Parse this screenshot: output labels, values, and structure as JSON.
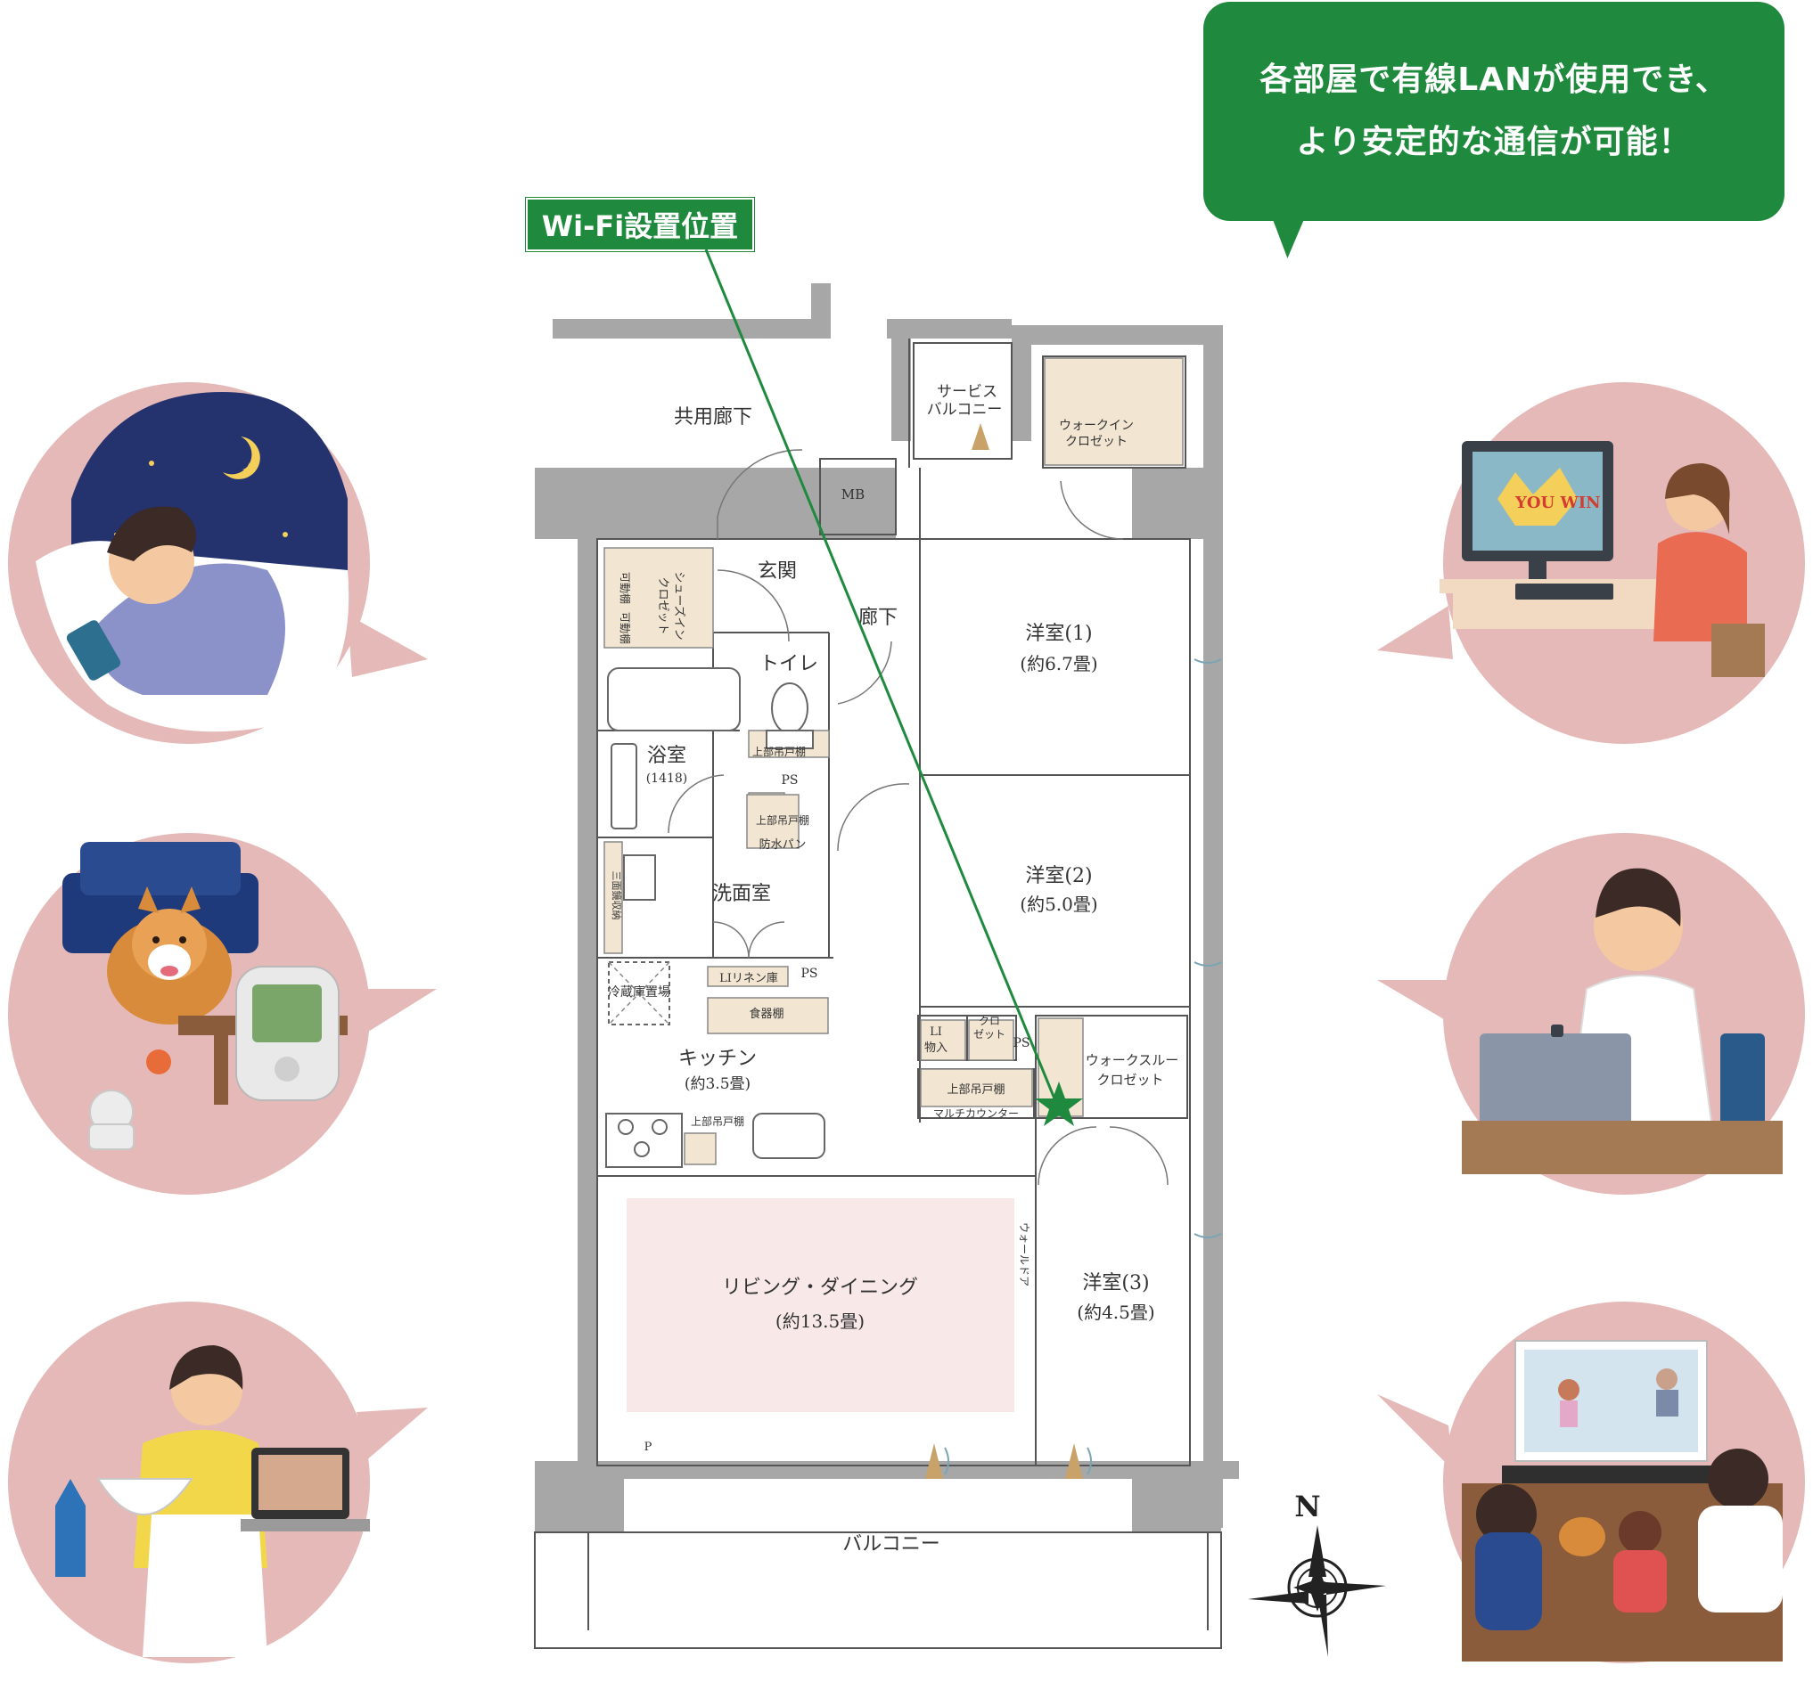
{
  "callout": {
    "line1": "各部屋で有線LANが使用でき、",
    "line2": "より安定的な通信が可能！"
  },
  "wifi_label": "Wi-Fi設置位置",
  "rooms": {
    "common_corridor": "共用廊下",
    "service_balcony_1": "サービス",
    "service_balcony_2": "バルコニー",
    "mb": "MB",
    "walkin_1": "ウォークイン",
    "walkin_2": "クロゼット",
    "entrance": "玄関",
    "hallway": "廊下",
    "toilet": "トイレ",
    "upper_shelf": "上部吊戸棚",
    "ps": "PS",
    "bath": "浴室",
    "bath_size": "(1418)",
    "shoe_1": "シューズイン",
    "shoe_2": "クロゼット",
    "movable_shelf": "可動棚",
    "washroom": "洗面室",
    "waterproof_pan": "防水パン",
    "linen": "LIリネン庫",
    "dish_shelf": "食器棚",
    "three_mirror": "三面鏡収納",
    "fridge": "冷蔵庫置場",
    "kitchen": "キッチン",
    "kitchen_size": "(約3.5畳)",
    "li_storage_1": "LI",
    "li_storage_2": "物入",
    "closet_1": "クロ",
    "closet_2": "ゼット",
    "multi_counter": "マルチカウンター",
    "walkthrough_1": "ウォークスルー",
    "walkthrough_2": "クロゼット",
    "western1": "洋室(1)",
    "western1_size": "(約6.7畳)",
    "western2": "洋室(2)",
    "western2_size": "(約5.0畳)",
    "western3": "洋室(3)",
    "western3_size": "(約4.5畳)",
    "living": "リビング・ダイニング",
    "living_size": "(約13.5畳)",
    "wall_door": "ウォールドア",
    "p_mark": "P",
    "balcony": "バルコニー",
    "game_text": "YOU WIN"
  },
  "compass": {
    "north": "N"
  },
  "colors": {
    "accent_green": "#1f8a3d",
    "circle_pink": "#e4b9b8",
    "wall_gray": "#a7a7a7",
    "storage_beige": "#f2e6d3",
    "living_pink": "#f8e9e8"
  },
  "illustrations": [
    "sleeping-phone-icon",
    "pet-camera-icon",
    "cooking-tablet-icon",
    "gaming-icon",
    "remote-work-icon",
    "family-tv-icon"
  ]
}
